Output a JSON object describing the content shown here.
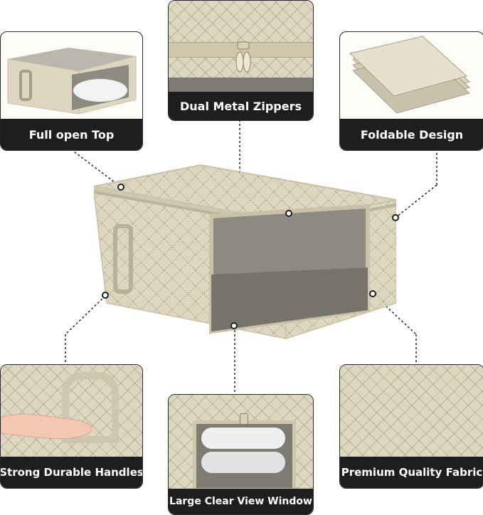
{
  "labels": {
    "full_open_top": "Full open Top",
    "dual_metal_zippers": "Dual Metal Zippers",
    "foldable_design": "Foldable Design",
    "strong_durable_handles": "Strong Durable Handles",
    "large_clear_view_window": "Large Clear View Window",
    "premium_quality_fabric": "Premium Quality Fabric"
  },
  "colors": {
    "fabric": "#ddd6c1",
    "label_bg": "#1e1e1e",
    "label_text": "#ffffff",
    "window": "#8a877c"
  }
}
